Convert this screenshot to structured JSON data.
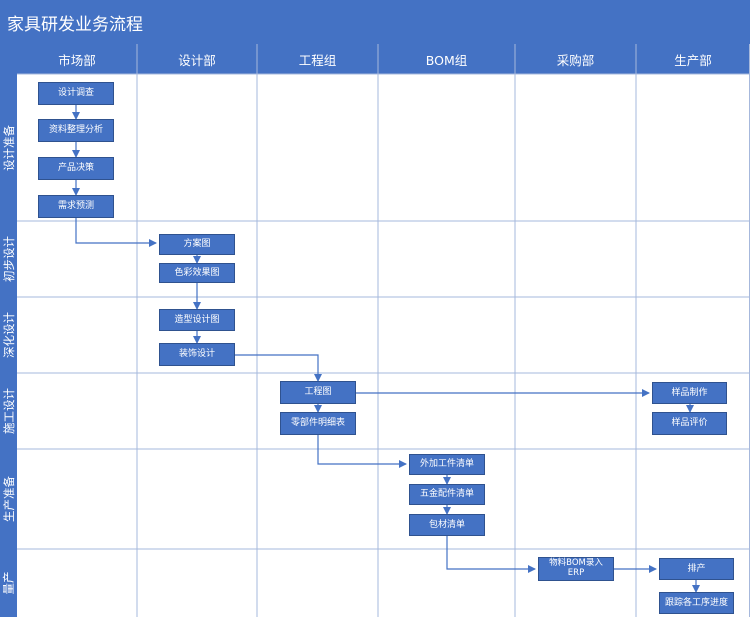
{
  "title": "家具研发业务流程",
  "columns": [
    "市场部",
    "设计部",
    "工程组",
    "BOM组",
    "采购部",
    "生产部"
  ],
  "lanes": [
    "设计准备",
    "初步设计",
    "深化设计",
    "施工设计",
    "生产准备",
    "量产"
  ],
  "boxes": {
    "design_survey": "设计调查",
    "data_analysis": "资料整理分析",
    "product_decision": "产品决策",
    "demand_forecast": "需求预测",
    "plan_drawing": "方案图",
    "color_rendering": "色彩效果图",
    "form_design": "造型设计图",
    "decoration_design": "装饰设计",
    "engineering_drawing": "工程图",
    "parts_list": "零部件明细表",
    "outsourced_parts_list": "外加工件清单",
    "hardware_list": "五金配件清单",
    "packaging_list": "包材清单",
    "bom_entry_line1": "物料BOM录入",
    "bom_entry_line2": "ERP",
    "sample_making": "样品制作",
    "sample_evaluation": "样品评价",
    "scheduling": "排产",
    "process_tracking": "跟踪各工序进度"
  },
  "colors": {
    "header_fill": "#4472c4",
    "box_fill": "#4472c4",
    "box_border": "#2f528f",
    "connector": "#4472c4",
    "grid_line": "#a6b8dc",
    "text_on_fill": "#ffffff"
  }
}
